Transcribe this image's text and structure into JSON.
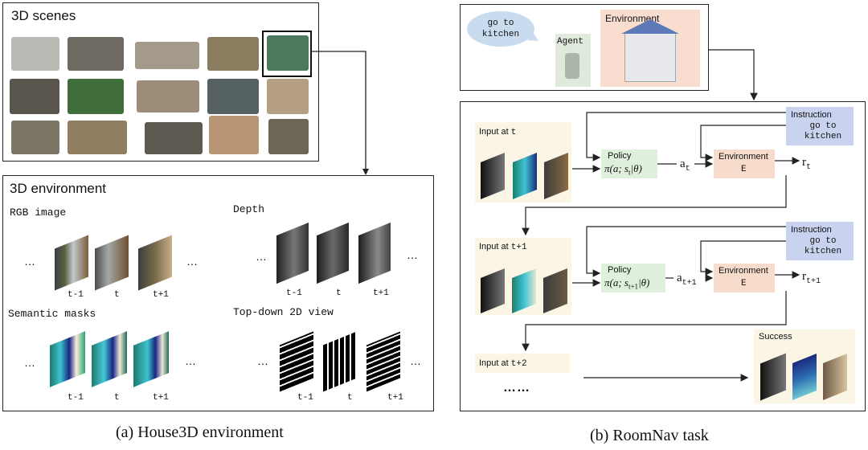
{
  "left": {
    "scenes_title": "3D scenes",
    "env_title": "3D environment",
    "rgb_label": "RGB image",
    "depth_label": "Depth",
    "sem_label": "Semantic masks",
    "top_label": "Top-down 2D view",
    "ellipsis": "…",
    "t_minus": "t-1",
    "t": "t",
    "t_plus": "t+1",
    "caption": "(a) House3D environment"
  },
  "right": {
    "bubble": "go to kitchen",
    "agent": "Agent",
    "environment": "Environment",
    "input_t_label": "Input at",
    "input_t_sub": "t",
    "input_t1_sub": "t+1",
    "input_t2_sub": "t+2",
    "instruction": "Instruction",
    "instr_text": "go to kitchen",
    "policy": "Policy",
    "policy_formula1": "π(a; s",
    "policy_formula_sub1": "t",
    "policy_formula_end": "|θ)",
    "policy_formula_sub2": "t+1",
    "env_box": "Environment",
    "env_letter": "E",
    "a_t": "a",
    "a_sub_t": "t",
    "a_sub_t1": "t+1",
    "r_t": "r",
    "r_sub_t": "t",
    "r_sub_t1": "t+1",
    "success": "Success",
    "dots": "……",
    "caption": "(b) RoomNav task"
  },
  "colors": {
    "bubble": "#c9dcef",
    "instruction": "#c9d3ef",
    "policy": "#dff0dc",
    "env": "#f8dccb",
    "input_bg": "#fbf5e6",
    "env_img": "#f9ddcf"
  }
}
